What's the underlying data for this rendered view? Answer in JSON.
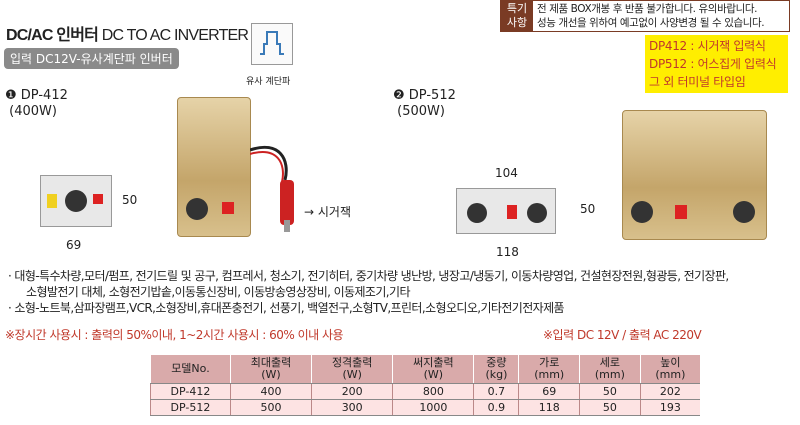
{
  "header": {
    "title_bold": "DC/AC 인버터",
    "title_rest": "DC TO AC INVERTER",
    "subtitle": "입력 DC12V-유사계단파 인버터",
    "wave_label": "유사 계단파"
  },
  "notice": {
    "label_1": "특기",
    "label_2": "사항",
    "line_1": "전 제품 BOX개봉 후 반품 불가합니다. 유의바랍니다.",
    "line_2": "성능 개선을 위하여 예고없이 사양변경 될 수 있습니다."
  },
  "input_note": [
    "DP412 : 시거잭 입력식",
    "DP512 : 어스집게 입력식",
    "그 외 터미널 타입임"
  ],
  "products": [
    {
      "number": "❶",
      "model": "DP-412",
      "power": "(400W)",
      "dim_height": "50",
      "dim_width": "69",
      "plug_label": "시거잭"
    },
    {
      "number": "❷",
      "model": "DP-512",
      "power": "(500W)",
      "dim_top": "104",
      "dim_height": "50",
      "dim_width": "118"
    }
  ],
  "uses": {
    "large_1": "· 대형-특수차량,모터/펌프, 전기드릴 및 공구, 컴프레서, 청소기, 전기히터, 중기차량 냉난방, 냉장고/냉동기, 이동차량영업, 건설현장전원,형광등, 전기장판,",
    "large_2": "소형발전기 대체, 소형전기밥솥,이동통신장비, 이동방송영상장비, 이동제조기,기타",
    "small": "· 소형-노트북,삼파장램프,VCR,소형장비,휴대폰충전기, 선풍기, 백열전구,소형TV,프린터,소형오디오,기타전기전자제품"
  },
  "warnings": {
    "usage": "※장시간 사용시 : 출력의 50%이내, 1~2시간 사용시 : 60% 이내 사용",
    "io": "※입력 DC 12V / 출력 AC 220V"
  },
  "table": {
    "headers": [
      [
        "모델No.",
        ""
      ],
      [
        "최대출력",
        "(W)"
      ],
      [
        "정격출력",
        "(W)"
      ],
      [
        "써지출력",
        "(W)"
      ],
      [
        "중량",
        "(kg)"
      ],
      [
        "가로",
        "(mm)"
      ],
      [
        "세로",
        "(mm)"
      ],
      [
        "높이",
        "(mm)"
      ]
    ],
    "rows": [
      [
        "DP-412",
        "400",
        "200",
        "800",
        "0.7",
        "69",
        "50",
        "202"
      ],
      [
        "DP-512",
        "500",
        "300",
        "1000",
        "0.9",
        "118",
        "50",
        "193"
      ]
    ]
  }
}
